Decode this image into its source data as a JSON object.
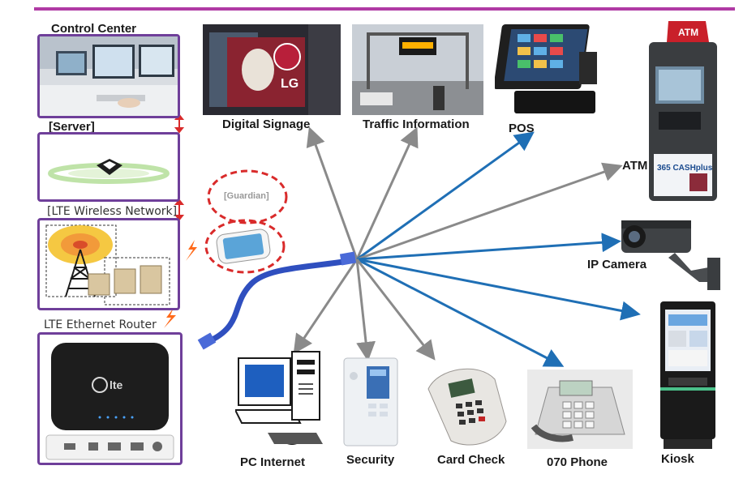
{
  "colors": {
    "accent_bar": "#b03aa4",
    "box_border": "#6f3f9a",
    "arrow_blue": "#1f6fb5",
    "arrow_gray": "#8a8a8a",
    "guardian_dash": "#d92b2b"
  },
  "left_column": {
    "control_center": "Control Center",
    "server": "[Server]",
    "lte_network": "[LTE Wireless Network]",
    "router": "LTE Ethernet Router"
  },
  "guardian_label": "[Guardian]",
  "router_brand": "lte",
  "devices": {
    "digital_signage": "Digital Signage",
    "traffic_information": "Traffic Information",
    "pos": "POS",
    "atm": "ATM",
    "ip_camera": "IP Camera",
    "kiosk": "Kiosk",
    "phone_070": "070 Phone",
    "card_check": "Card Check",
    "security": "Security",
    "pc_internet": "PC Internet"
  },
  "atm_sign": "ATM",
  "atm_brand": "365 CASHplus",
  "signage_brand": "LG"
}
